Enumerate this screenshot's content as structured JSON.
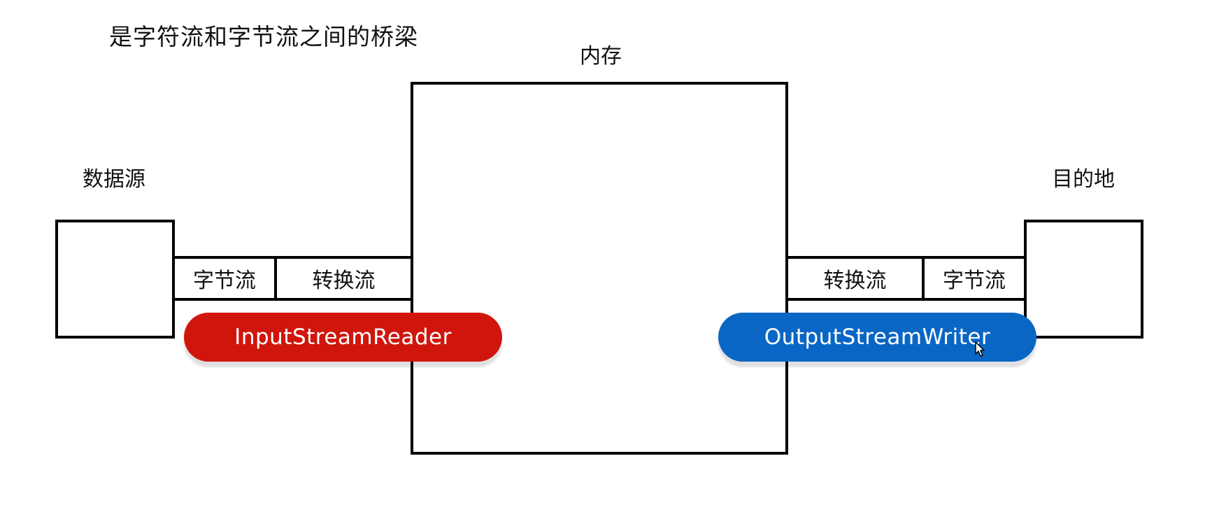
{
  "title": "是字符流和字节流之间的桥梁",
  "memory": {
    "label": "内存"
  },
  "source": {
    "label": "数据源",
    "byte_stream": "字节流",
    "convert_stream": "转换流",
    "reader_label": "InputStreamReader"
  },
  "destination": {
    "label": "目的地",
    "convert_stream": "转换流",
    "byte_stream": "字节流",
    "writer_label": "OutputStreamWriter"
  },
  "colors": {
    "reader": "#d0160c",
    "writer": "#0a66c4",
    "stroke": "#000000"
  },
  "icons": {
    "cursor": "mouse-pointer-icon"
  }
}
